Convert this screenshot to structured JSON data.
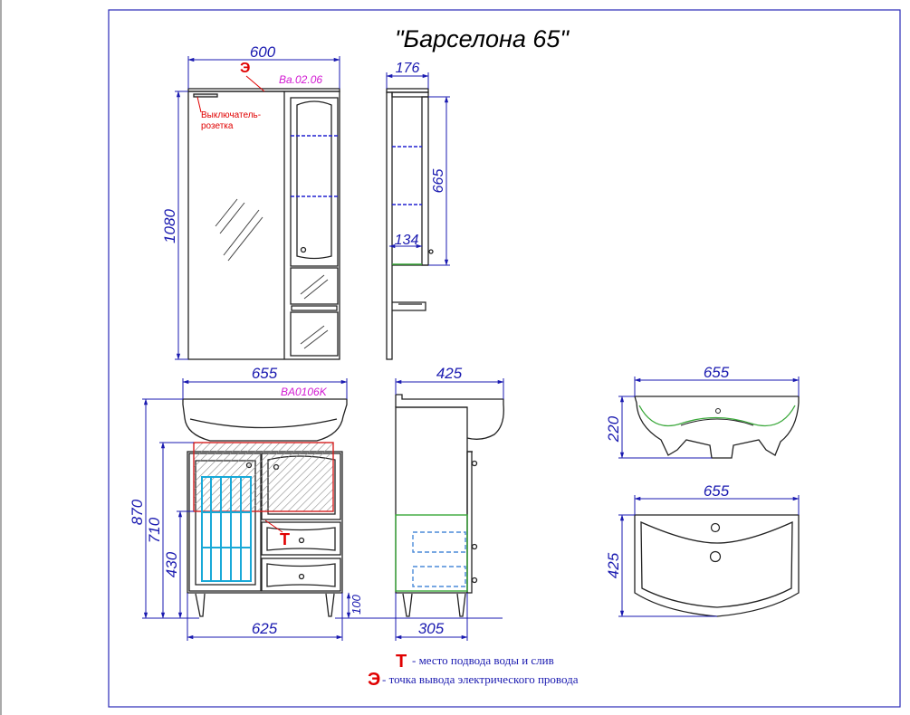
{
  "title": "\"Барселона 65\"",
  "colors": {
    "frame": "#2a2ab8",
    "dimension": "#1a1ab0",
    "marker": "#e00000",
    "code": "#d21ad2",
    "shelf_hidden": "#2020d0",
    "basket": "#19a9d8",
    "outline_green": "#3aa83a"
  },
  "mirror_cabinet": {
    "code": "Ba.02.06",
    "marker": "Э",
    "switch_label_1": "Выключатель-",
    "switch_label_2": "розетка",
    "dim_width": "600",
    "dim_height": "1080",
    "dim_depth": "176",
    "dim_cabinet_height": "665",
    "dim_shelf_depth": "134"
  },
  "vanity": {
    "code": "BA0106K",
    "marker": "Т",
    "dim_width_top": "655",
    "dim_width_bottom": "625",
    "dim_total_height": "870",
    "dim_body_height": "710",
    "dim_inner_height": "430",
    "dim_leg_height": "100",
    "dim_depth_top": "425",
    "dim_depth_bottom": "305"
  },
  "sink": {
    "front_width": "655",
    "front_height": "220",
    "top_width": "655",
    "top_depth": "425"
  },
  "legend": {
    "water_symbol": "Т",
    "water_text": " - место подвода воды и слив",
    "electric_symbol": "Э",
    "electric_text": " - точка вывода электрического провода"
  }
}
